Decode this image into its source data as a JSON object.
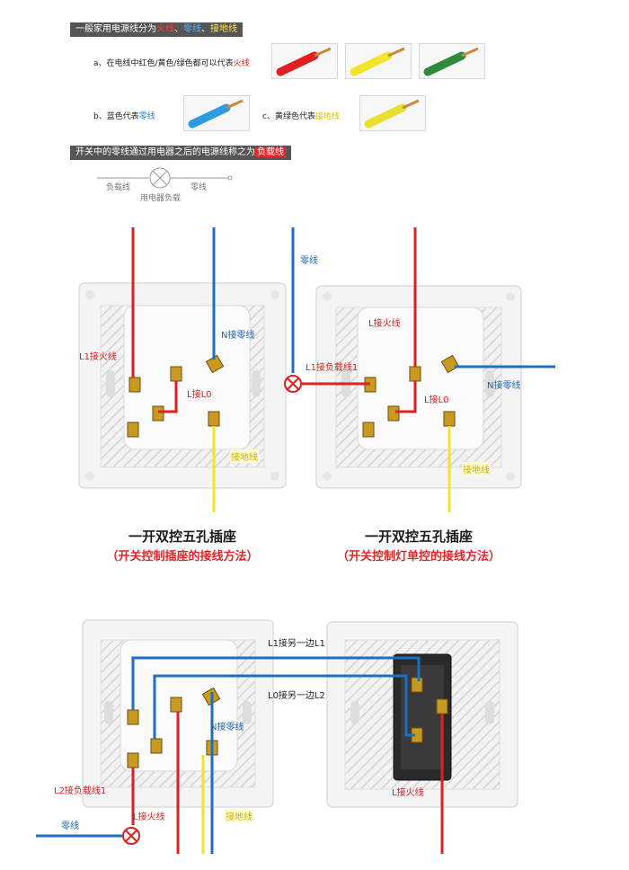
{
  "legend": {
    "header1": {
      "text": "一般家用电源线分为",
      "live": "火线",
      "sep1": "、",
      "neutral": "零线",
      "sep2": "、",
      "ground": "接地线"
    },
    "note_a": {
      "text": "a、在电线中红色/黄色/绿色都可以代表",
      "hl": "火线"
    },
    "note_b": {
      "text": "b、蓝色代表",
      "hl": "零线"
    },
    "note_c": {
      "text": "c、黄绿色代表",
      "hl": "接地线"
    },
    "header2": {
      "text": "开关中的零线通过用电器之后的电源线称之为",
      "hl": "负载线"
    },
    "load_diagram": {
      "left": "负载线",
      "right": "零线",
      "bottom": "用电器负载"
    }
  },
  "diagram1": {
    "l1_live": "L1接火线",
    "n_neutral": "N接零线",
    "l_l0": "L接L0",
    "ground": "接地线",
    "caption": "一开双控五孔插座",
    "subcaption": "（开关控制插座的接线方法）"
  },
  "diagram2": {
    "neutral_top": "零线",
    "l_live": "L接火线",
    "l1_load": "L1接负载线1",
    "l_l0": "L接L0",
    "n_neutral": "N接零线",
    "ground": "接地线",
    "caption": "一开双控五孔插座",
    "subcaption": "（开关控制灯单控的接线方法）"
  },
  "diagram3": {
    "l1_other": "L1接另一边L1",
    "l0_other": "L0接另一边L2",
    "n_neutral": "N接零线",
    "l2_load": "L2接负载线1",
    "neutral": "零线",
    "l_live": "L接火线",
    "ground": "接地线",
    "l_live_right": "L接火线"
  },
  "colors": {
    "live": "#e02020",
    "neutral": "#1f6fc0",
    "ground": "#f2e42a",
    "green": "#2f8a3a",
    "header_bg": "#555555"
  }
}
